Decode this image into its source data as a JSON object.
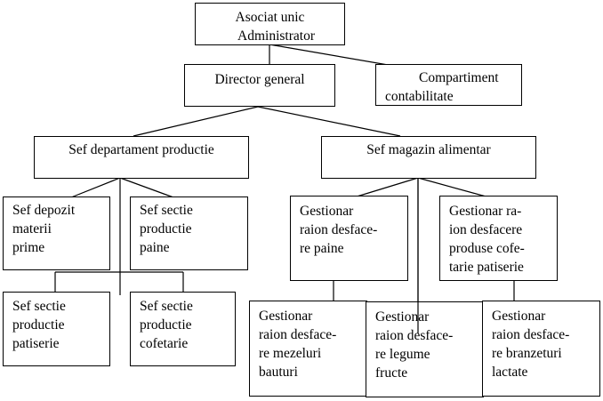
{
  "org_chart": {
    "nodes": {
      "asociat": {
        "lines": [
          "Asociat unic",
          "Administrator"
        ]
      },
      "director": {
        "lines": [
          "Director general"
        ]
      },
      "contabilitate": {
        "lines": [
          "Compartiment",
          "contabilitate"
        ]
      },
      "productie": {
        "lines": [
          "Sef departament productie"
        ]
      },
      "magazin": {
        "lines": [
          "Sef magazin alimentar"
        ]
      },
      "depozit": {
        "lines": [
          "Sef depozit",
          "materii",
          "prime"
        ]
      },
      "paine_sectie": {
        "lines": [
          "Sef sectie",
          "productie",
          "paine"
        ]
      },
      "patiserie": {
        "lines": [
          "Sef sectie",
          "productie",
          "patiserie"
        ]
      },
      "cofetarie": {
        "lines": [
          "Sef sectie",
          "productie",
          "cofetarie"
        ]
      },
      "raion_paine": {
        "lines": [
          "Gestionar",
          "raion desface-",
          "re paine"
        ]
      },
      "raion_cofetarie": {
        "lines": [
          "Gestionar ra-",
          "ion desfacere",
          "produse cofe-",
          "tarie patiserie"
        ]
      },
      "raion_mezeluri": {
        "lines": [
          "Gestionar",
          "raion desface-",
          "re mezeluri",
          "bauturi"
        ]
      },
      "raion_legume": {
        "lines": [
          "Gestionar",
          "raion desface-",
          "re legume",
          "fructe"
        ]
      },
      "raion_branzeturi": {
        "lines": [
          "Gestionar",
          "raion desface-",
          "re branzeturi",
          "lactate"
        ]
      }
    }
  }
}
